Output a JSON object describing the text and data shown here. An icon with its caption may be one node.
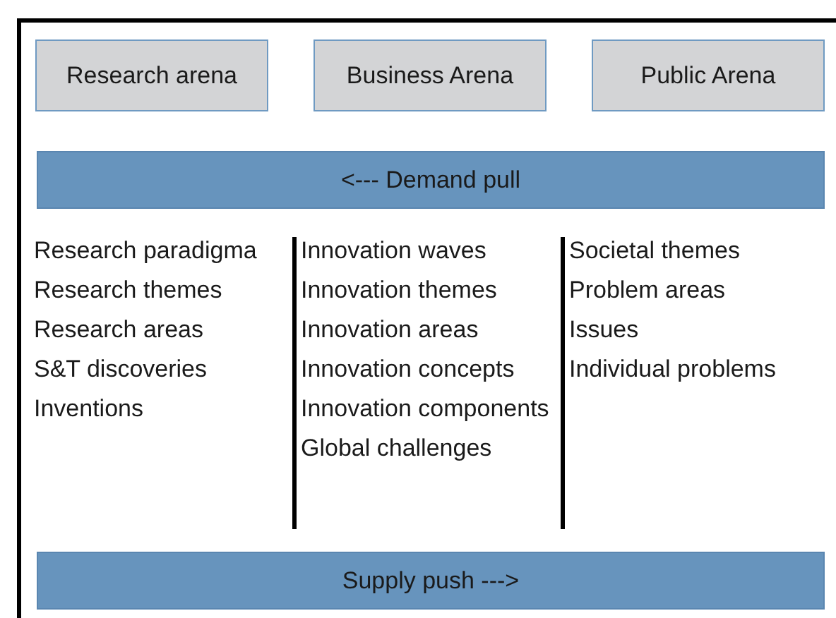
{
  "diagram": {
    "nodes": [
      {
        "text": [
          "Research arena"
        ]
      },
      {
        "text": [
          "Business Arena"
        ]
      },
      {
        "text": [
          "Public Arena"
        ]
      },
      {
        "text": [
          "<--- Demand pull"
        ]
      },
      {
        "text": [
          "Supply push --->"
        ]
      }
    ],
    "labels": [
      "Research paradigma",
      "Research themes",
      "Research areas",
      "S&T discoveries",
      "Inventions",
      "Innovation waves",
      "Innovation themes",
      "Innovation areas",
      "Innovation concepts",
      "Innovation components",
      "Global challenges",
      "Societal themes",
      "Problem areas",
      "Issues",
      "Individual problems"
    ]
  }
}
